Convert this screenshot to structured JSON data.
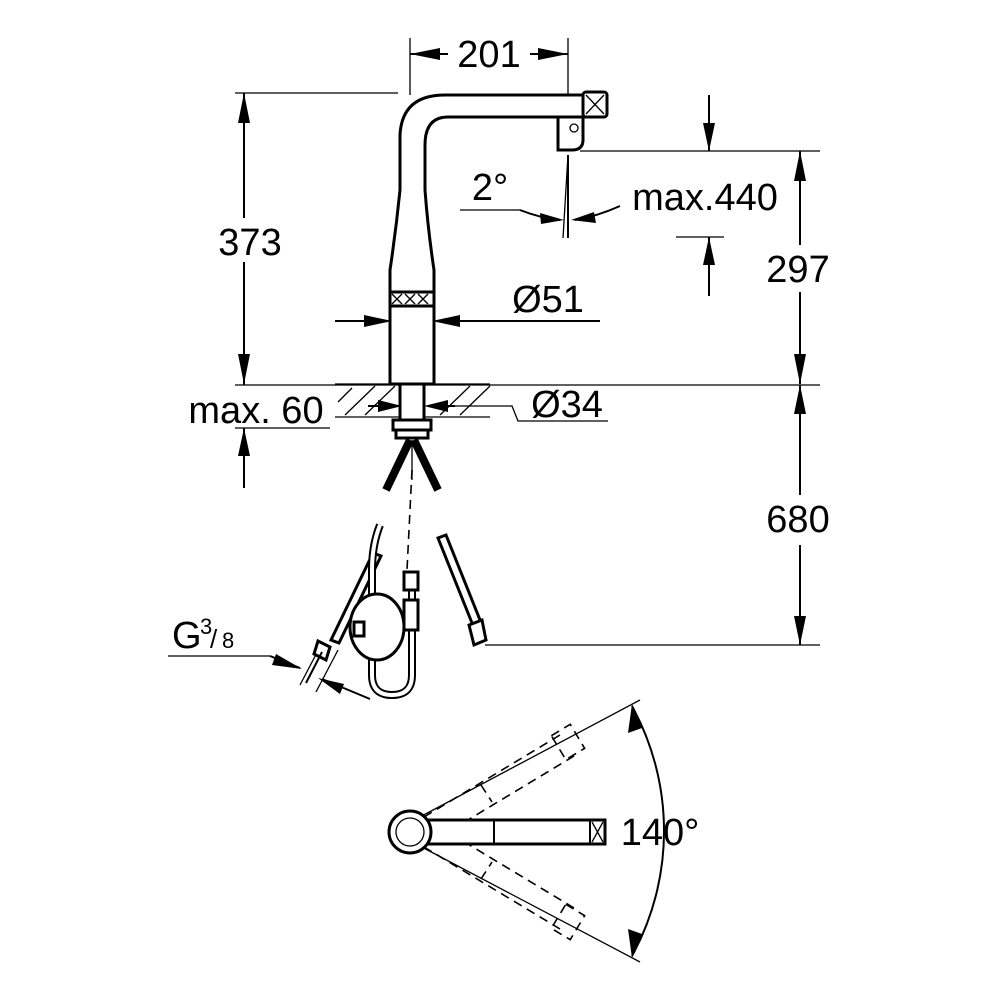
{
  "dimensions": {
    "spout_reach": "201",
    "total_height": "373",
    "swivel_angle": "2°",
    "max_pull_out": "max.440",
    "spout_height": "297",
    "body_diameter": "Ø51",
    "hole_diameter": "Ø34",
    "max_deck_thickness": "max. 60",
    "hose_length": "680",
    "connection_thread_main": "G",
    "connection_thread_frac_num": "3",
    "connection_thread_frac_den": "8",
    "rotation_angle": "140°"
  }
}
